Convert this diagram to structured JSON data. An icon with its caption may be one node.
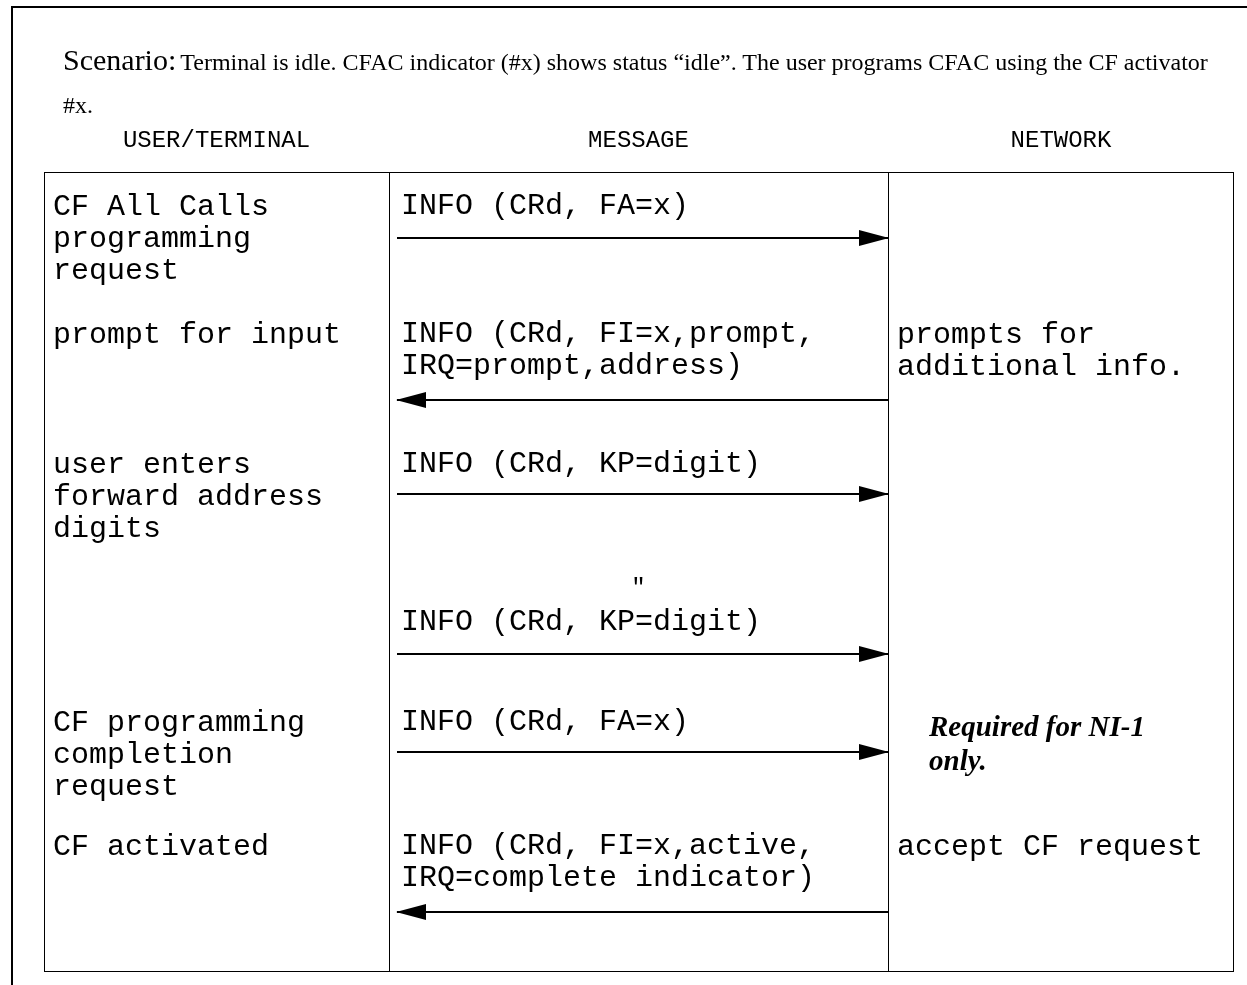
{
  "diagram": {
    "nodes": [
      {
        "text": [],
        "shape": "box"
      },
      {
        "text": [
          "CF All Calls programming request"
        ],
        "in": 0
      },
      {
        "text": [
          "prompt for input"
        ],
        "in": 0
      },
      {
        "text": [
          "user enters forward address digits"
        ],
        "in": 0
      },
      {
        "text": [
          "CF programming completion request"
        ],
        "in": 0
      },
      {
        "text": [
          "CF activated"
        ],
        "in": 0
      },
      {
        "text": [],
        "shape": "box"
      },
      {
        "text": [
          "prompts for additional info."
        ],
        "in": 6
      },
      {
        "text": [
          "Required for NI-1 only."
        ],
        "in": 6
      },
      {
        "text": [
          "accept CF request"
        ],
        "in": 6
      }
    ],
    "edges": [
      {
        "from": 0,
        "to": 6,
        "arrow": "to",
        "label": "INFO (CRd, FA=x)"
      },
      {
        "from": 6,
        "to": 0,
        "arrow": "to",
        "label": "INFO (CRd, FI=x,prompt, IRQ=prompt,address)"
      },
      {
        "from": 0,
        "to": 6,
        "arrow": "to",
        "label": "INFO (CRd, KP=digit)"
      },
      {
        "from": 0,
        "to": 6,
        "arrow": "to",
        "label": "INFO (CRd, KP=digit)"
      },
      {
        "from": 0,
        "to": 6,
        "arrow": "to",
        "label": "INFO (CRd, FA=x)"
      },
      {
        "from": 6,
        "to": 0,
        "arrow": "to",
        "label": "INFO (CRd, FI=x,active, IRQ=complete indicator)"
      }
    ],
    "labels": [
      "Scenario:",
      "Terminal is idle. CFAC indicator (#x) shows status “idle”. The user programs CFAC using the CF activator #x.",
      "USER/TERMINAL",
      "MESSAGE",
      "NETWORK",
      "\""
    ]
  }
}
